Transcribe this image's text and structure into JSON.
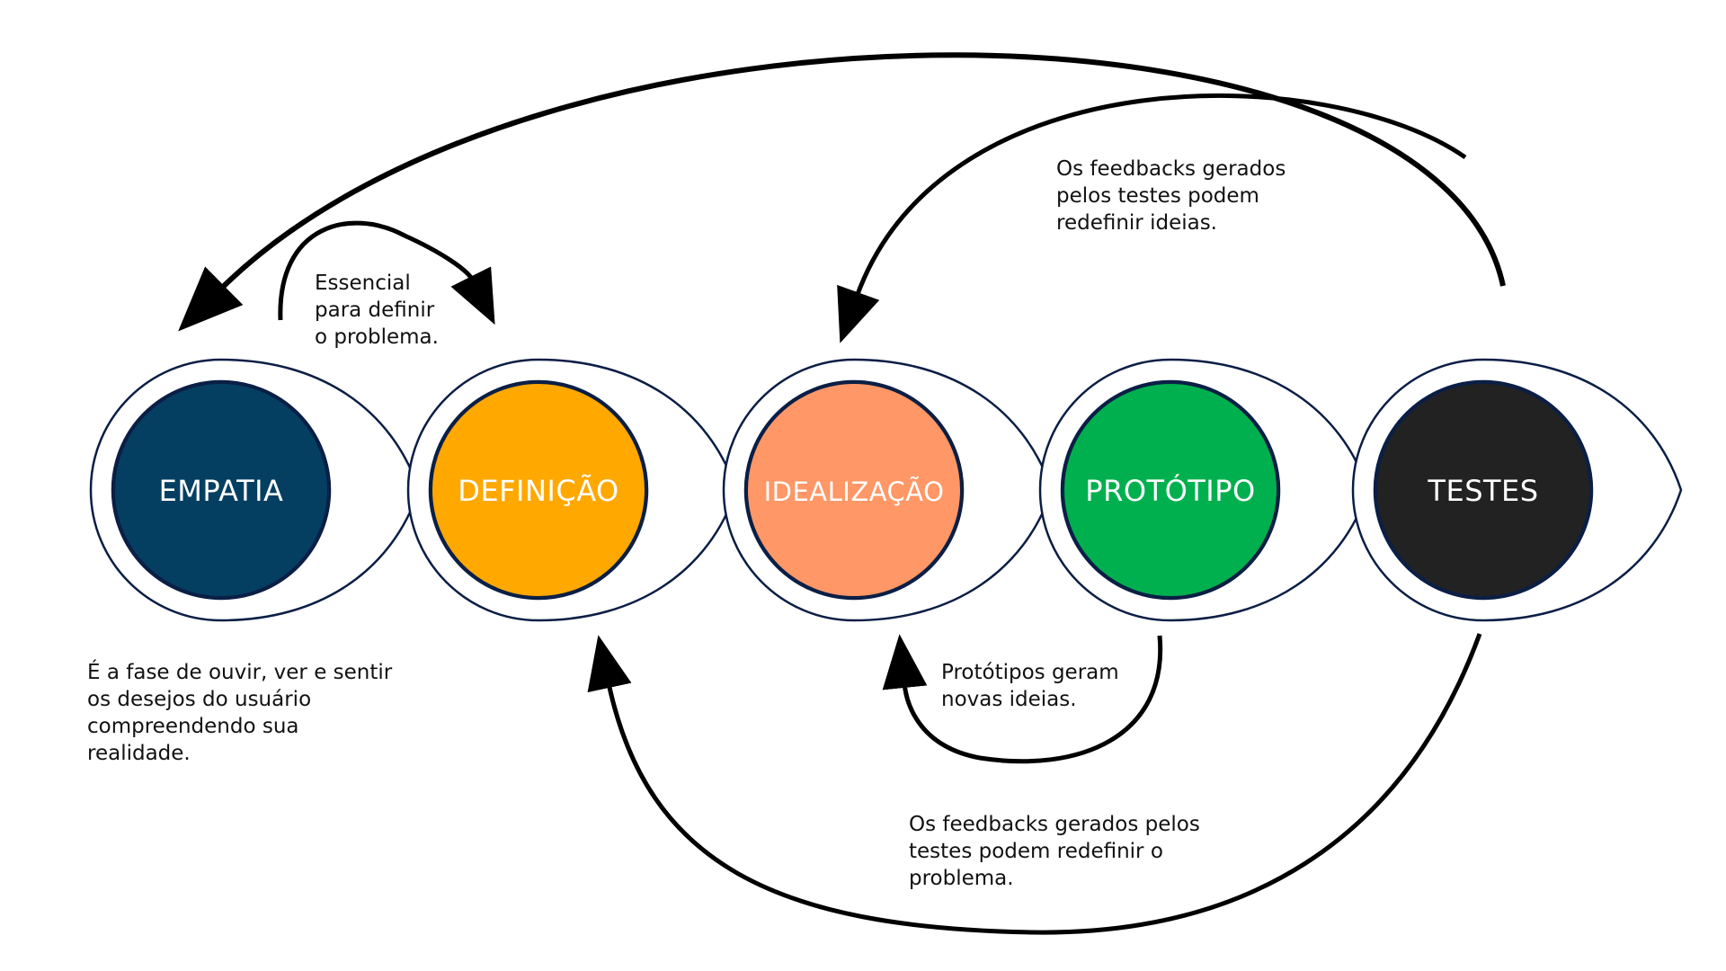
{
  "diagram": {
    "stages": [
      {
        "id": "empatia",
        "label": "EMPATIA",
        "color": "#043F61",
        "text_color": "#FFFFFF"
      },
      {
        "id": "definicao",
        "label": "DEFINIÇÃO",
        "color": "#FFA800",
        "text_color": "#FFFFFF"
      },
      {
        "id": "idealizacao",
        "label": "IDEALIZAÇÃO",
        "color": "#FF9766",
        "text_color": "#FFFFFF"
      },
      {
        "id": "prototipo",
        "label": "PROTÓTIPO",
        "color": "#00B04E",
        "text_color": "#FFFFFF"
      },
      {
        "id": "testes",
        "label": "TESTES",
        "color": "#222222",
        "text_color": "#FFFFFF"
      }
    ],
    "outline_color": "#0A1E45",
    "arrow_color": "#000000",
    "notes": {
      "empatia": [
        "É a fase de ouvir, ver e sentir",
        "os desejos do usuário",
        "compreendendo sua",
        "realidade."
      ],
      "definicao": [
        "Essencial",
        "para definir",
        "o problema."
      ],
      "idealizacao": [
        "Os feedbacks gerados",
        "pelos testes podem",
        "redefinir ideias."
      ],
      "prototipo": [
        "Protótipos geram",
        "novas ideias."
      ],
      "testes": [
        "Os feedbacks gerados pelos",
        "testes podem redefinir o",
        "problema."
      ]
    },
    "connections": [
      {
        "from": "empatia",
        "to": "definicao",
        "note": "definicao"
      },
      {
        "from": "testes",
        "to": "empatia"
      },
      {
        "from": "testes",
        "to": "idealizacao",
        "note": "idealizacao"
      },
      {
        "from": "prototipo",
        "to": "idealizacao",
        "note": "prototipo"
      },
      {
        "from": "testes",
        "to": "definicao",
        "note": "testes"
      }
    ]
  }
}
